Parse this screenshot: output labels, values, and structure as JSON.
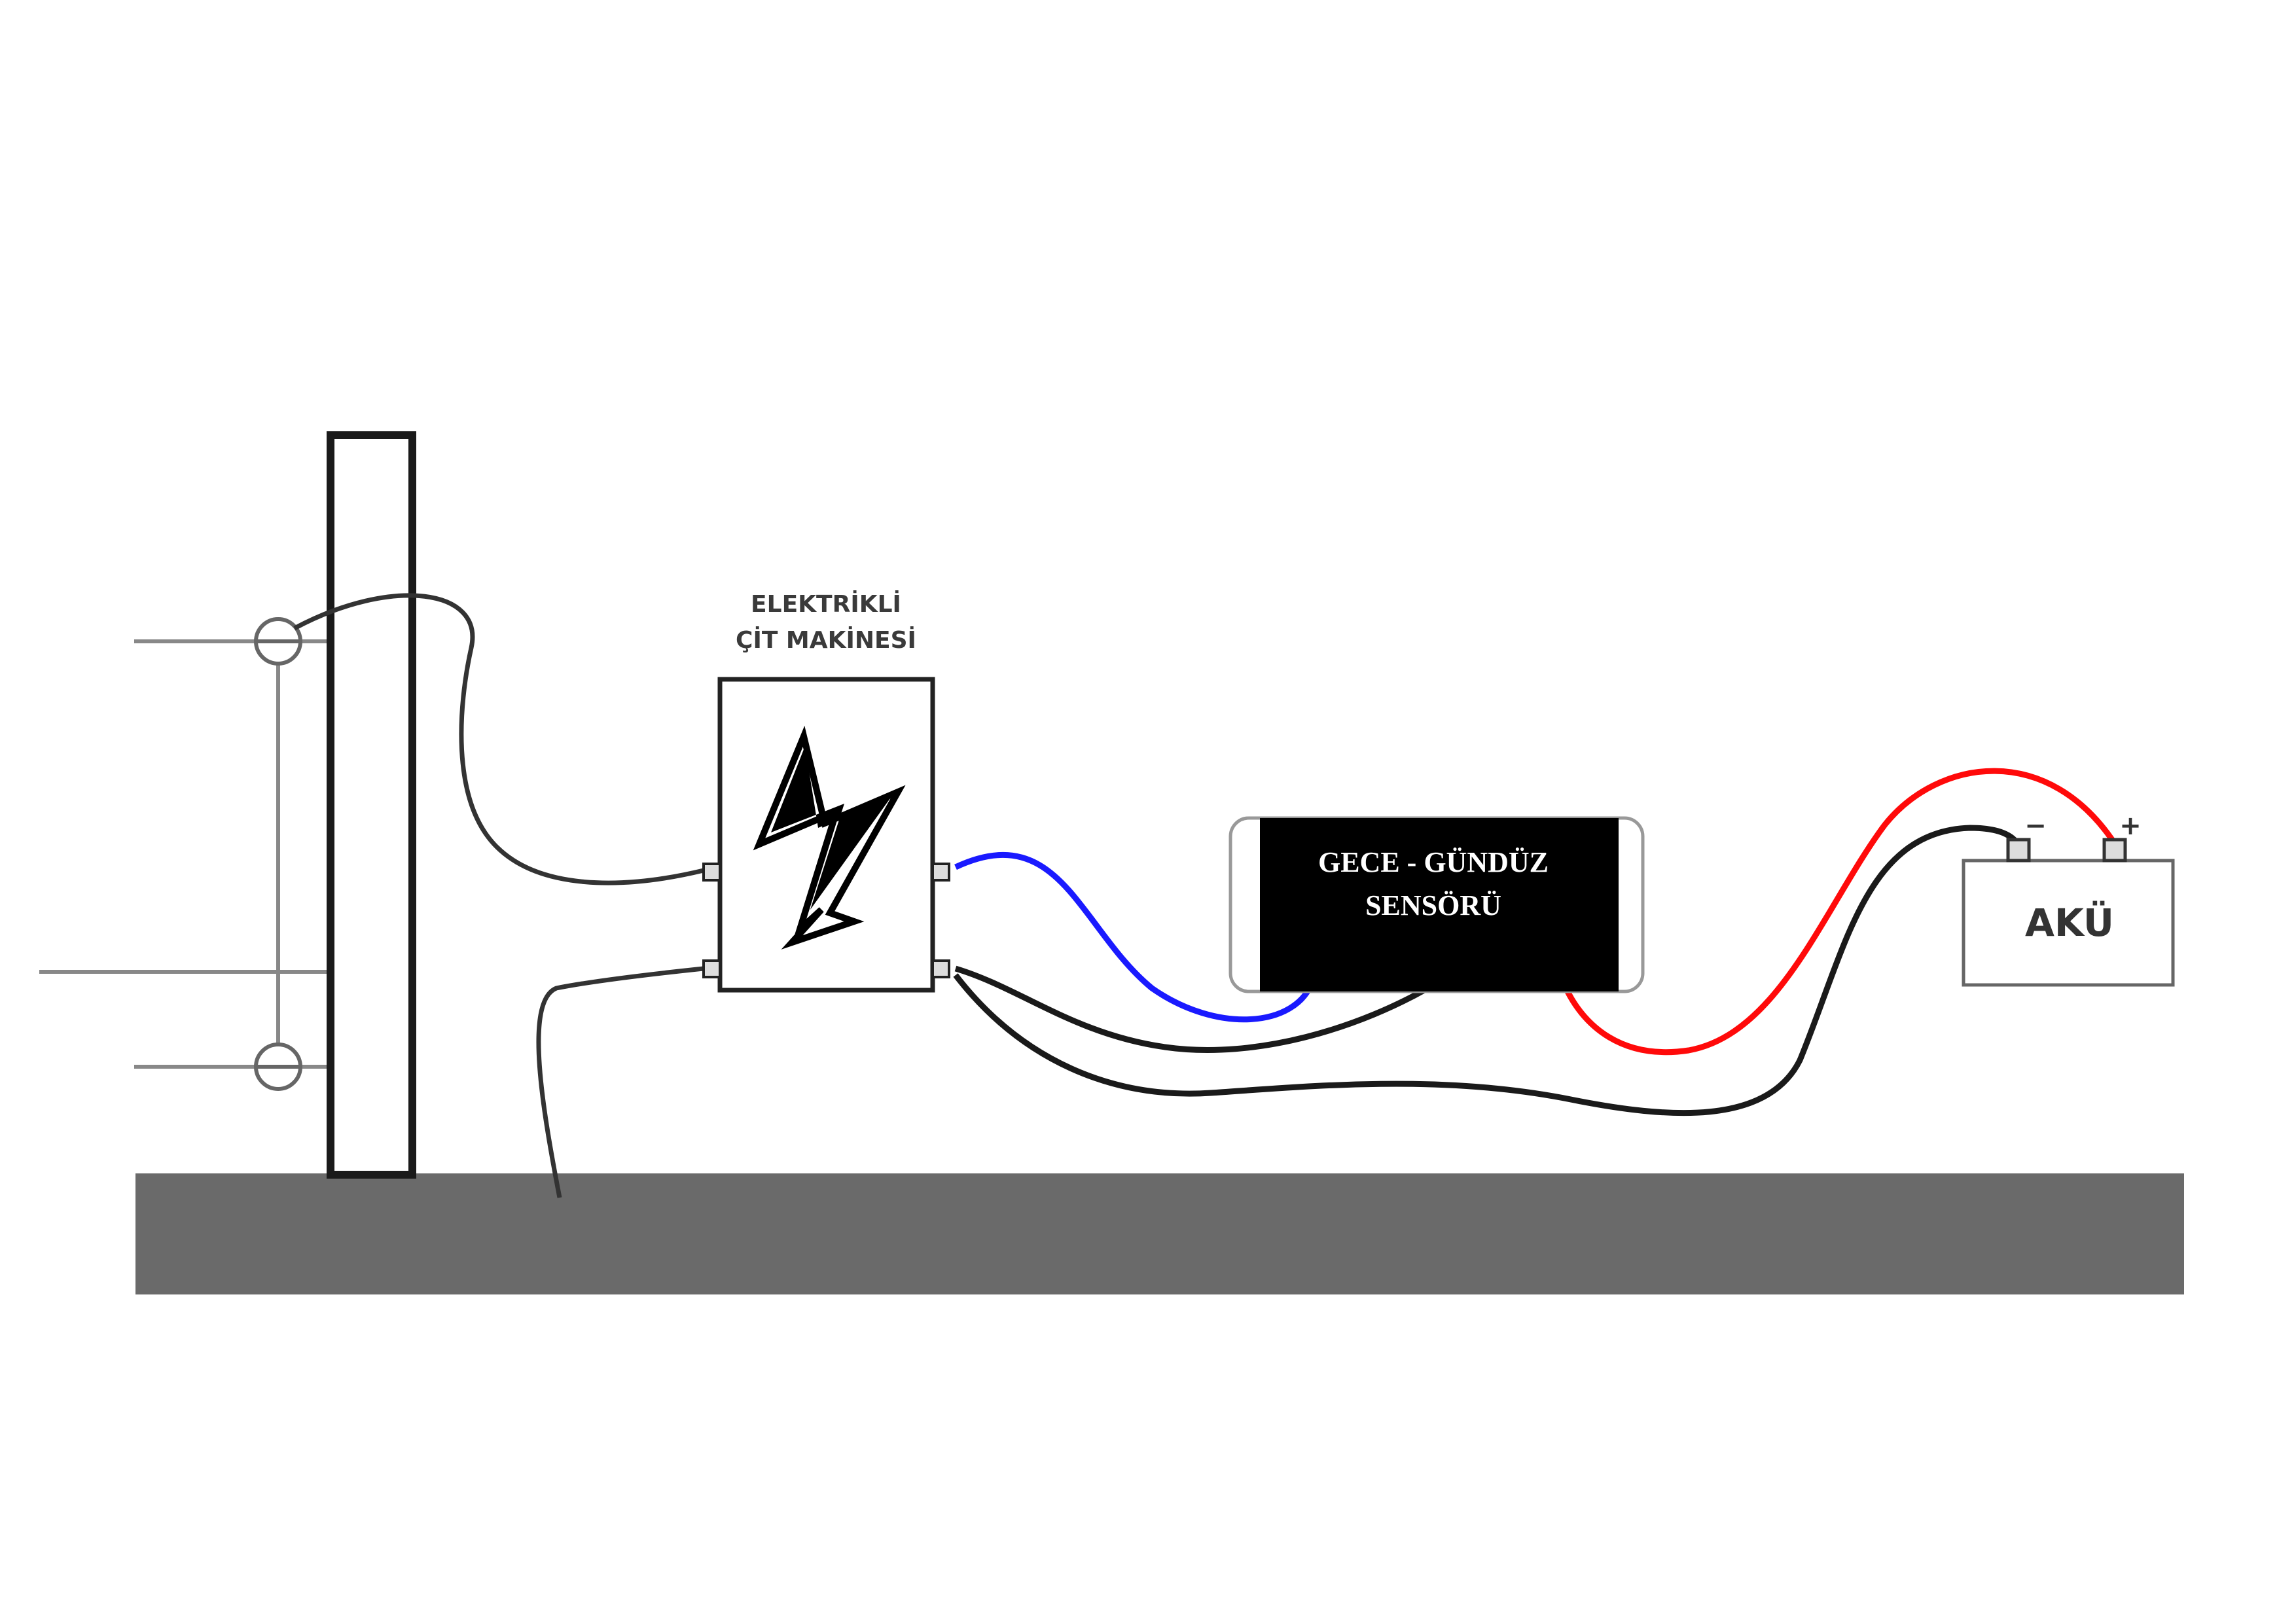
{
  "fence_machine": {
    "label_line1": "ELEKTRİKLİ",
    "label_line2": "ÇİT MAKİNESİ"
  },
  "sensor": {
    "label_line1": "GECE - GÜNDÜZ",
    "label_line2": "SENSÖRÜ"
  },
  "battery": {
    "label": "AKÜ",
    "neg_symbol": "−",
    "pos_symbol": "+"
  },
  "colors": {
    "ground": "#6a6a6a",
    "blue_wire": "#1a1aff",
    "red_wire": "#ff0a0a",
    "black_wire": "#1a1a1a",
    "sensor_body": "#000000"
  },
  "icons": {
    "machine_symbol": "lightning-bolt-icon"
  }
}
